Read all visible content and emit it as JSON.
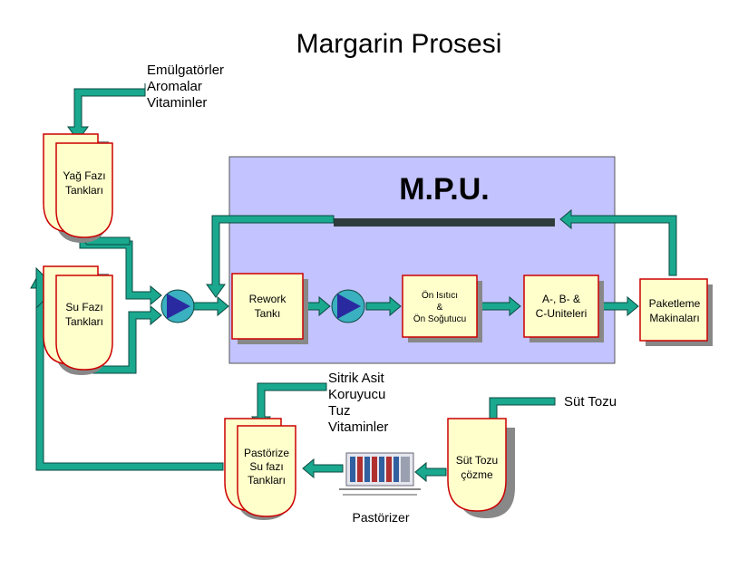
{
  "title": "Margarin Prosesi",
  "mpu": {
    "label": "M.P.U."
  },
  "tanks": {
    "oil_phase": [
      "Yağ Fazı",
      "Tankları"
    ],
    "water_phase": [
      "Su Fazı",
      "Tankları"
    ],
    "pasteurized_water": [
      "Pastörize",
      "Su fazı",
      "Tankları"
    ],
    "milk_powder": [
      "Süt Tozu",
      "çözme"
    ]
  },
  "units": {
    "rework": [
      "Rework",
      "Tankı"
    ],
    "preheater": [
      "Ön Isıtıcı",
      "&",
      "Ön Soğutucu"
    ],
    "abc": [
      "A-, B- &",
      "C-Uniteleri"
    ],
    "packaging": [
      "Paketleme",
      "Makinaları"
    ]
  },
  "inputs": {
    "oil_additives": [
      "Emülgatörler",
      "Aromalar",
      "Vitaminler"
    ],
    "water_additives": [
      "Sitrik Asit",
      "Koruyucu",
      "Tuz",
      "Vitaminler"
    ],
    "milk_powder_input": "Süt Tozu"
  },
  "equipment": {
    "pasteurizer_label": "Pastörizer"
  },
  "colors": {
    "arrow_fill": "#1aa88f",
    "mpu_bg": "#c3c3ff",
    "box_fill": "#ffffcc",
    "box_border": "#cc0000",
    "pump_fill": "#2a2aa0",
    "pump_ring": "#3ab0c0",
    "shadow": "#808080"
  }
}
